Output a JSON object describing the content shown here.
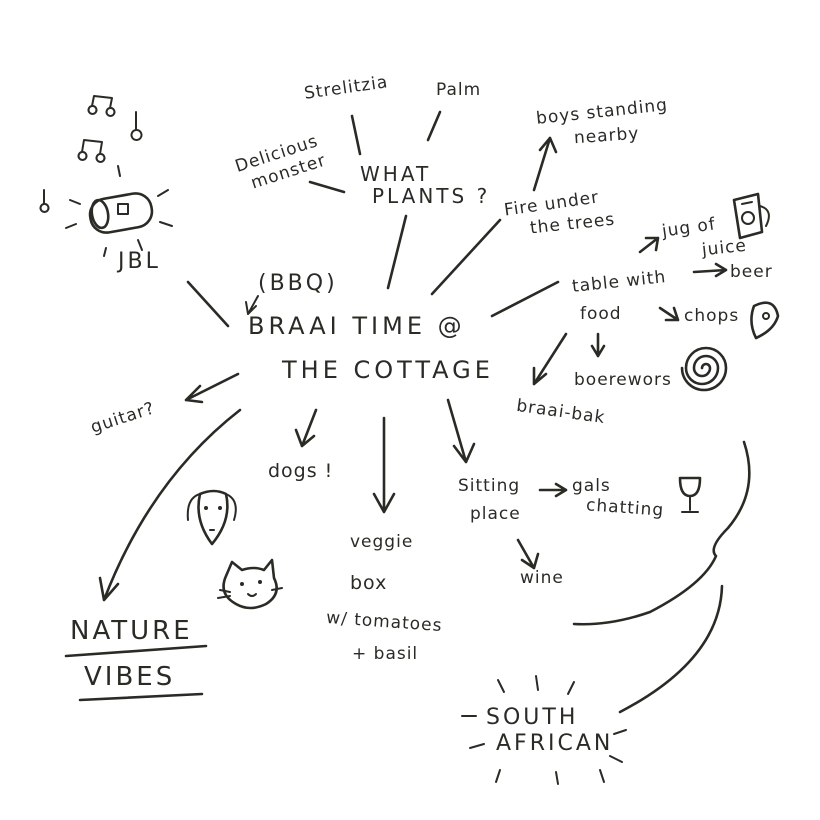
{
  "mindmap": {
    "center": {
      "line1": "BRAAI TIME @",
      "line2": "THE COTTAGE",
      "aside": "(BBQ)"
    },
    "plants": {
      "label_line1": "WHAT",
      "label_line2": "PLANTS ?",
      "items": {
        "strelitzia": "Strelitzia",
        "palm": "Palm",
        "delicious_line1": "Delicious",
        "delicious_line2": "monster"
      }
    },
    "fire": {
      "line1": "Fire under",
      "line2": "the trees",
      "boys_line1": "boys standing",
      "boys_line2": "nearby"
    },
    "table": {
      "line1": "table with",
      "line2": "food",
      "jug_line1": "jug of",
      "jug_line2": "juice",
      "beer": "beer",
      "chops": "chops",
      "boerewors": "boerewors"
    },
    "braai_bak": "braai-bak",
    "sitting": {
      "line1": "Sitting",
      "line2": "place",
      "gals_line1": "gals",
      "gals_line2": "chatting",
      "wine": "wine"
    },
    "veggie": {
      "line1": "veggie",
      "line2": "box",
      "line3": "w/ tomatoes",
      "line4": "+ basil"
    },
    "dogs": "dogs !",
    "guitar": "guitar?",
    "jbl": "JBL",
    "nature": {
      "line1": "NATURE",
      "line2": "VIBES"
    },
    "south_african": {
      "line1": "SOUTH",
      "line2": "AFRICAN"
    }
  },
  "icons": [
    "music-notes-icon",
    "speaker-icon",
    "juice-jug-icon",
    "chop-icon",
    "boerewors-coil-icon",
    "wine-glass-icon",
    "dog-icon",
    "cat-icon"
  ],
  "colors": {
    "ink": "#2b2b26",
    "paper": "#ffffff"
  }
}
